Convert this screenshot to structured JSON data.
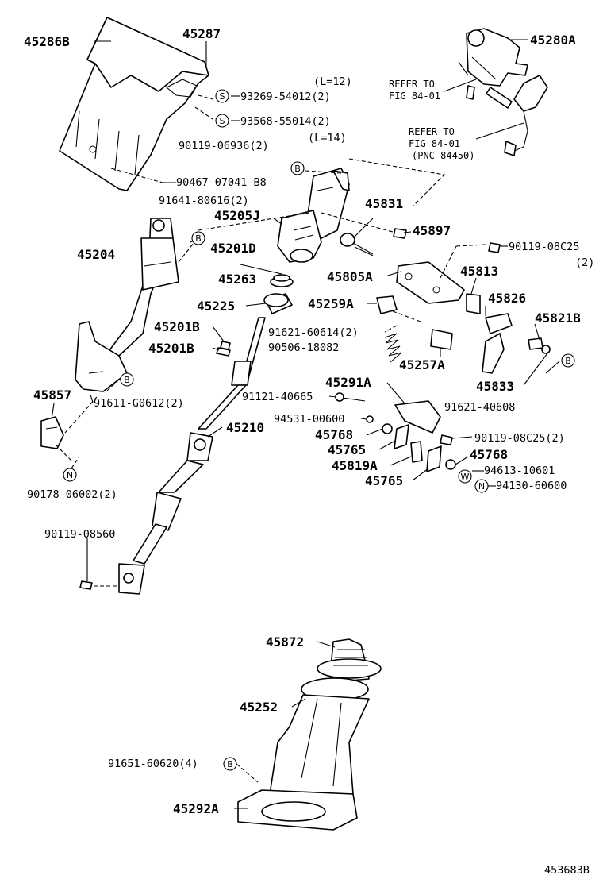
{
  "diagram_id": "453683B",
  "labels": {
    "p45286B": "45286B",
    "p45287": "45287",
    "p45280A": "45280A",
    "l12": "(L=12)",
    "p93269": "93269-54012(2)",
    "p93568": "93568-55014(2)",
    "p90119a": "90119-06936(2)",
    "l14": "(L=14)",
    "refer1a": "REFER TO",
    "refer1b": "FIG 84-01",
    "refer2a": "REFER TO",
    "refer2b": "FIG 84-01",
    "pnc": "(PNC 84450)",
    "p90467": "90467-07041-B8",
    "p91641": "91641-80616(2)",
    "p45831": "45831",
    "p45205J": "45205J",
    "p45897": "45897",
    "p90119b": "90119-08C25",
    "p90119b2": "(2)",
    "p45204": "45204",
    "p45201D": "45201D",
    "p45813": "45813",
    "p45263": "45263",
    "p45805A": "45805A",
    "p45826": "45826",
    "p45225": "45225",
    "p45259A": "45259A",
    "p45821B": "45821B",
    "p45201B1": "45201B",
    "p91621a": "91621-60614(2)",
    "p90506": "90506-18082",
    "p45201B2": "45201B",
    "p45257A": "45257A",
    "p45833": "45833",
    "p45857": "45857",
    "p45291A": "45291A",
    "p91611": "91611-G0612(2)",
    "p91121": "91121-40665",
    "p91621b": "91621-40608",
    "p94531": "94531-00600",
    "p45210": "45210",
    "p45768a": "45768",
    "p90119c": "90119-08C25(2)",
    "p45765a": "45765",
    "p45768b": "45768",
    "p45819A": "45819A",
    "p94613": "94613-10601",
    "p45765b": "45765",
    "p94130": "94130-60600",
    "p90178": "90178-06002(2)",
    "p90119d": "90119-08560",
    "p45872": "45872",
    "p45252": "45252",
    "p91651": "91651-60620(4)",
    "p45292A": "45292A"
  },
  "markers": {
    "S": "S",
    "B": "B",
    "N": "N",
    "W": "W"
  }
}
